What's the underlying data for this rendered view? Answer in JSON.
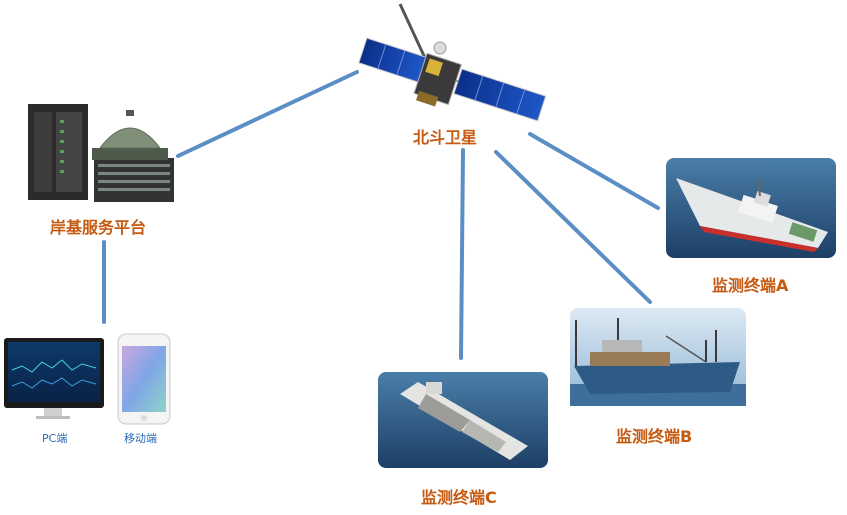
{
  "nodes": {
    "satellite": {
      "label": "北斗卫星"
    },
    "shore": {
      "label": "岸基服务平台"
    },
    "terminal_a": {
      "label": "监测终端A"
    },
    "terminal_b": {
      "label": "监测终端B"
    },
    "terminal_c": {
      "label": "监测终端C"
    },
    "pc": {
      "label": "PC端"
    },
    "mobile": {
      "label": "移动端"
    }
  },
  "colors": {
    "link": "#5b8ec4",
    "label": "#c55a11",
    "device_label": "#2a6bb5"
  }
}
